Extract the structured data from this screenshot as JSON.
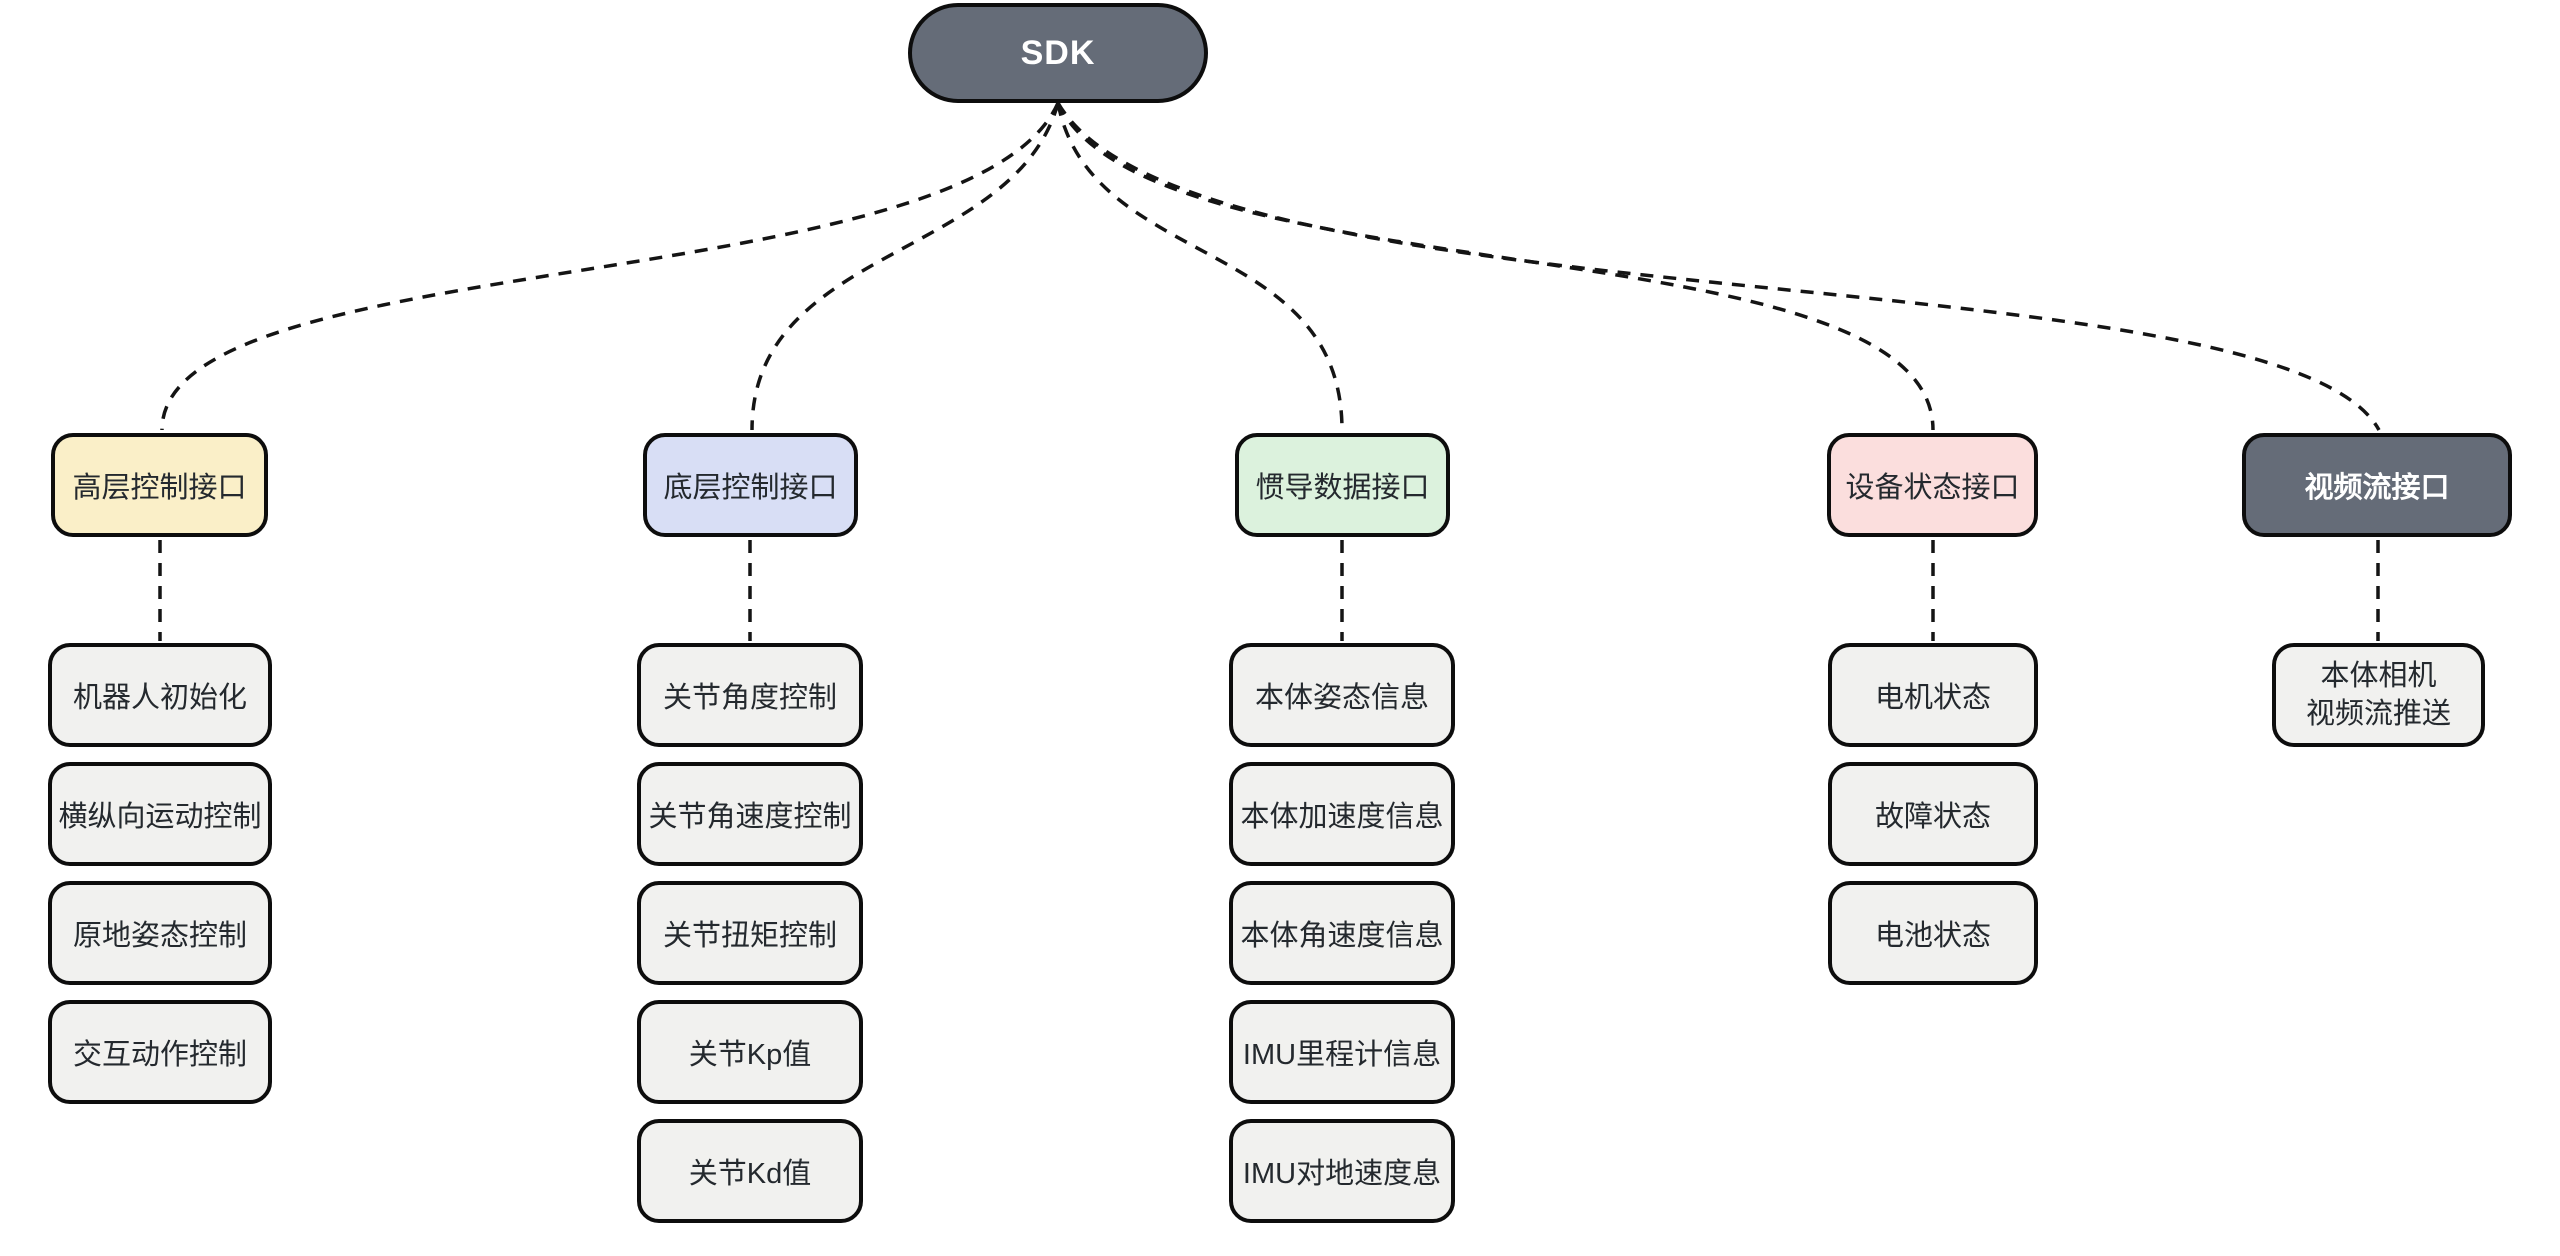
{
  "root_node": {
    "label": "SDK"
  },
  "branches": [
    {
      "label": "高层控制接口",
      "fill": "#faefc8",
      "children": [
        "机器人初始化",
        "横纵向运动控制",
        "原地姿态控制",
        "交互动作控制"
      ]
    },
    {
      "label": "底层控制接口",
      "fill": "#d8def5",
      "children": [
        "关节角度控制",
        "关节角速度控制",
        "关节扭矩控制",
        "关节Kp值",
        "关节Kd值"
      ]
    },
    {
      "label": "惯导数据接口",
      "fill": "#dcf2dd",
      "children": [
        "本体姿态信息",
        "本体加速度信息",
        "本体角速度信息",
        "IMU里程计信息",
        "IMU对地速度息"
      ]
    },
    {
      "label": "设备状态接口",
      "fill": "#fbdedd",
      "children": [
        "电机状态",
        "故障状态",
        "电池状态"
      ]
    },
    {
      "label": "视频流接口",
      "fill": "#656c78",
      "children": [
        "本体相机\n视频流推送"
      ]
    }
  ],
  "colors": {
    "background": "#ffffff",
    "node_border": "#0d0d0d",
    "connector": "#141414",
    "dark_node_fill": "#656c78",
    "dark_node_text": "#ffffff",
    "child_node_fill": "#f1f1ef",
    "text": "#24292e"
  }
}
